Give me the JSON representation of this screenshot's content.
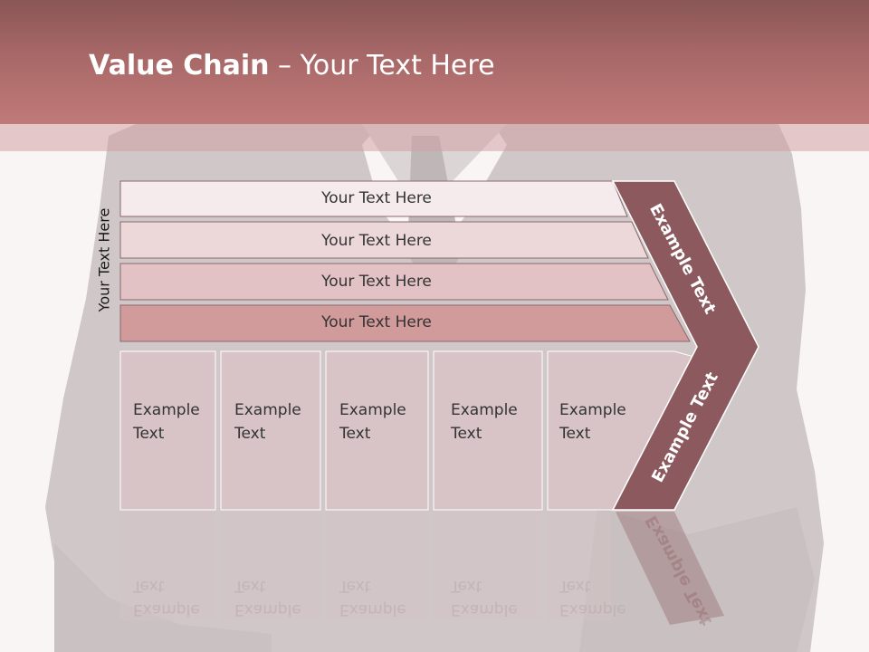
{
  "slide": {
    "title_bold": "Value Chain",
    "title_rest": " – Your Text Here",
    "vertical_label": "Your Text Here",
    "rows": [
      {
        "label": "Your Text Here"
      },
      {
        "label": "Your Text Here"
      },
      {
        "label": "Your Text Here"
      },
      {
        "label": "Your Text Here"
      }
    ],
    "columns": [
      {
        "line1": "Example",
        "line2": "Text"
      },
      {
        "line1": "Example",
        "line2": "Text"
      },
      {
        "line1": "Example",
        "line2": "Text"
      },
      {
        "line1": "Example",
        "line2": "Text"
      },
      {
        "line1": "Example",
        "line2": "Text"
      }
    ],
    "arrow_upper_text": "Example Text",
    "arrow_lower_text": "Example Text"
  },
  "colors": {
    "header": "#a86868",
    "row1": "#f5ebec",
    "row2": "#ecd8d9",
    "row3": "#e2c2c4",
    "row4": "#d19a9b",
    "column": "#d8c4c6",
    "arrow": "#8c5a5e"
  }
}
